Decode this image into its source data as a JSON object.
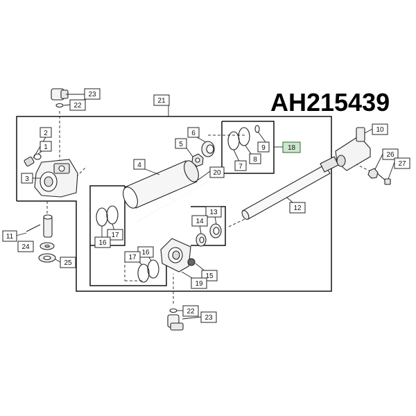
{
  "part_number": "AH215439",
  "highlight_color": "#cfe6cf",
  "callouts": {
    "c1": "1",
    "c2": "2",
    "c3": "3",
    "c4": "4",
    "c5": "5",
    "c6": "6",
    "c7": "7",
    "c8": "8",
    "c9": "9",
    "c10": "10",
    "c11": "11",
    "c12": "12",
    "c13": "13",
    "c14": "14",
    "c15": "15",
    "c16a": "16",
    "c16b": "16",
    "c17a": "17",
    "c17b": "17",
    "c18": "18",
    "c19": "19",
    "c20": "20",
    "c21": "21",
    "c22a": "22",
    "c22b": "22",
    "c23a": "23",
    "c23b": "23",
    "c24": "24",
    "c25": "25",
    "c26": "26",
    "c27": "27"
  }
}
